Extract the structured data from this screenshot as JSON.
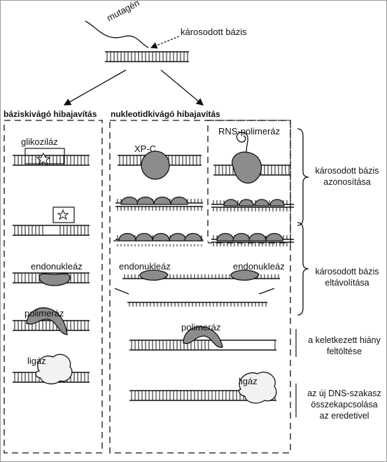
{
  "top": {
    "mutagen_label": "mutagén",
    "damaged_base_label": "károsodott bázis"
  },
  "headers": {
    "base_excision": "báziskivágó hibajavítás",
    "nucleotide_excision": "nukleotidkivágó hibajavítás"
  },
  "enzymes": {
    "glycosylase": "glikoziláz",
    "xpc": "XP-C",
    "rna_polymerase": "RNS-polimeráz",
    "endonuclease_left": "endonukleáz",
    "endonuclease_mid1": "endonukleáz",
    "endonuclease_mid2": "endonukleáz",
    "polymerase_left": "polimeráz",
    "polymerase_mid": "polimeráz",
    "ligase_left": "ligáz",
    "ligase_mid": "ligáz"
  },
  "side_notes": {
    "identification": [
      "károsodott bázis",
      "azonosítása"
    ],
    "removal": [
      "károsodott bázis",
      "eltávolítása"
    ],
    "gap_fill": [
      "a keletkezett hiány",
      "feltöltése"
    ],
    "ligation": [
      "az új DNS-szakasz",
      "összekapcsolása",
      "az eredetivel"
    ]
  },
  "colors": {
    "ink": "#111111",
    "enzyme_fill": "#8c8c8c",
    "enzyme_light": "#f2f2f2"
  }
}
